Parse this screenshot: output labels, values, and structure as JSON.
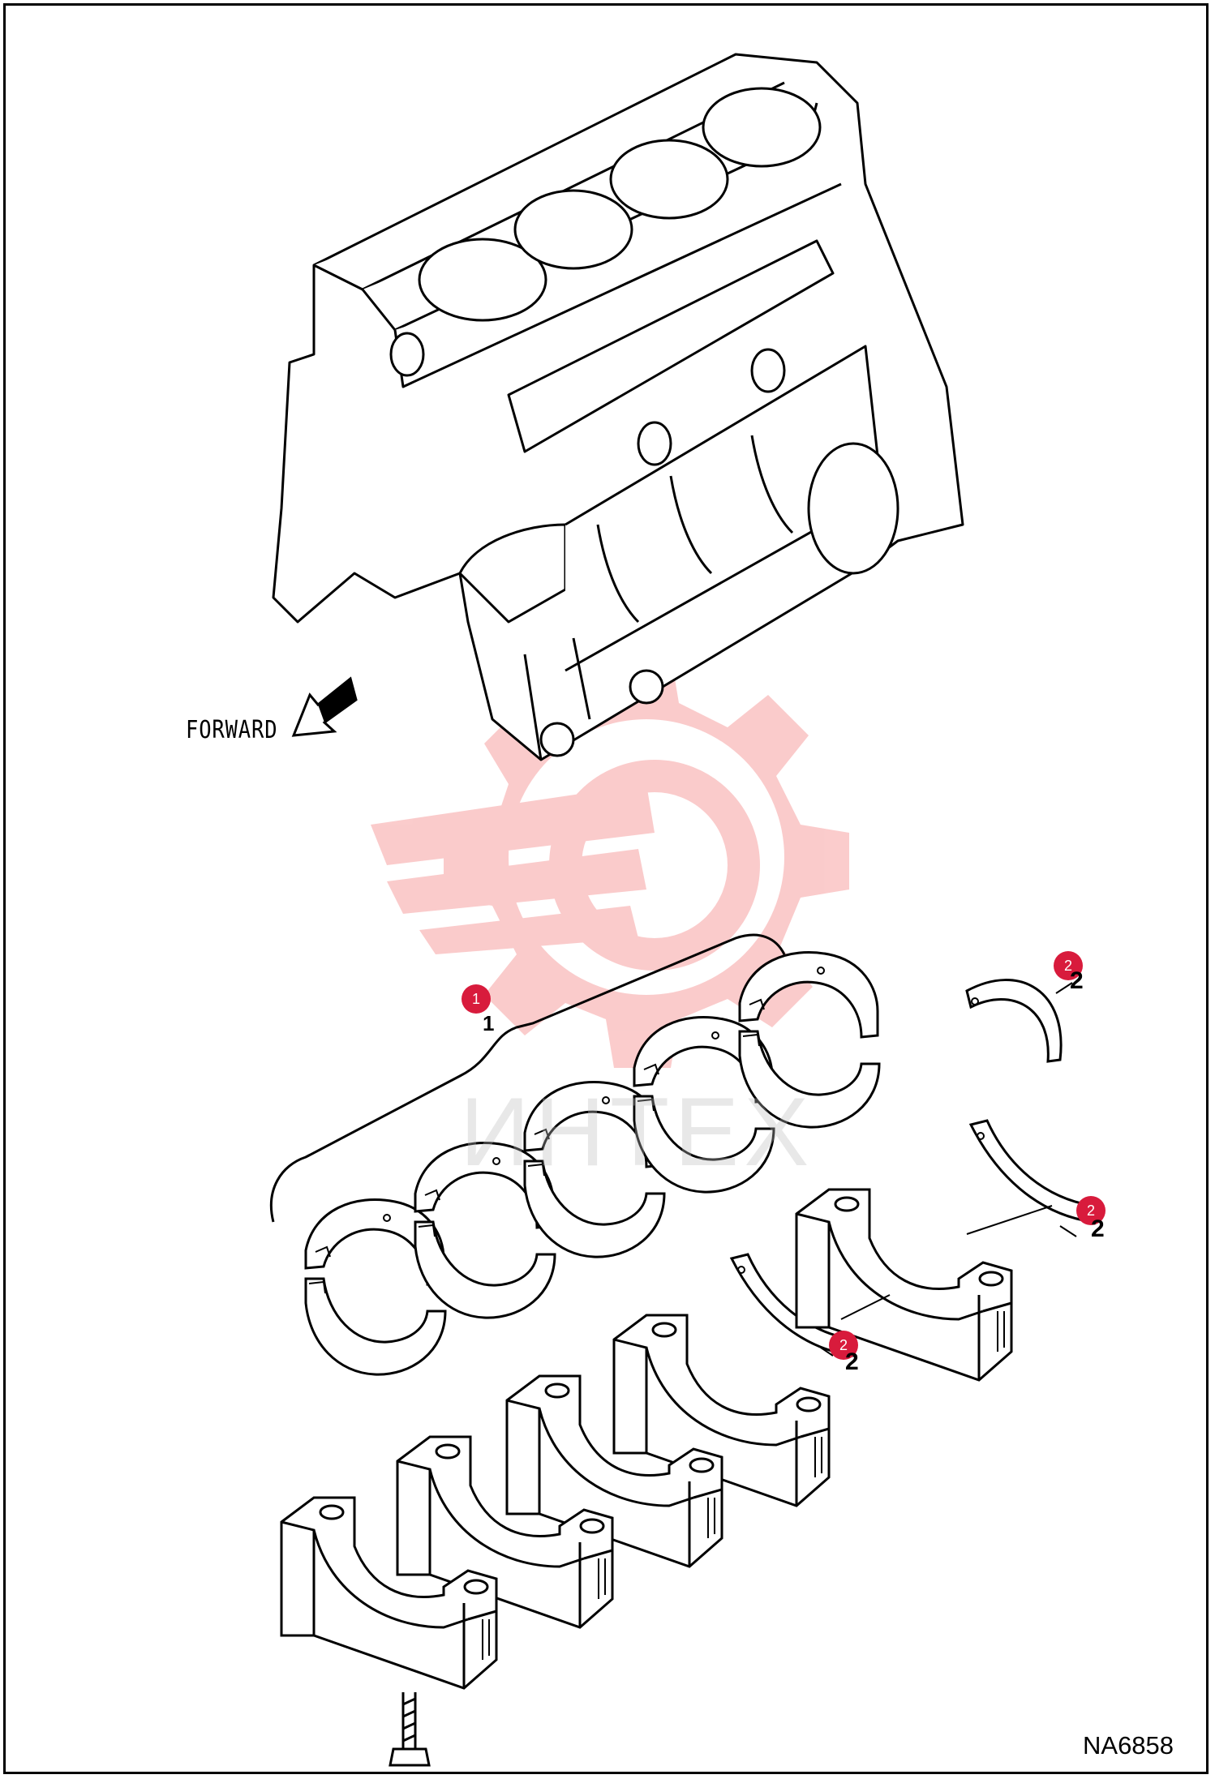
{
  "diagram": {
    "forward_label": "FORWARD",
    "drawing_code": "NA6858",
    "watermark_text": "ИНТЕХ",
    "callouts": [
      {
        "badge": "1",
        "label": "1"
      },
      {
        "badge": "2",
        "label": "2"
      },
      {
        "badge": "2",
        "label": "2"
      },
      {
        "badge": "2",
        "label": "2"
      }
    ],
    "colors": {
      "callout": "#d81b3c",
      "watermark_logo": "#f04848",
      "line": "#000000"
    }
  }
}
